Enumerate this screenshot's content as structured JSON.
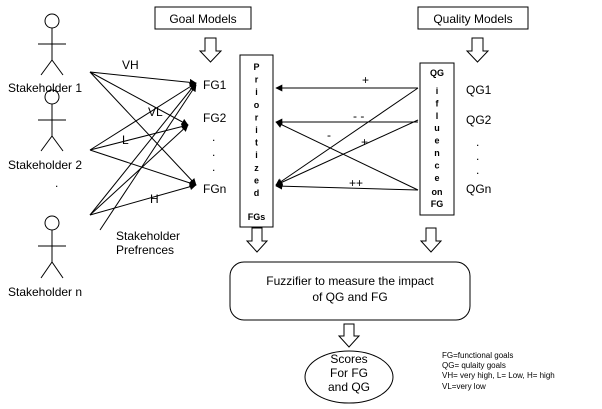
{
  "headers": {
    "goal_models": "Goal Models",
    "quality_models": "Quality  Models"
  },
  "stakeholders": [
    "Stakeholder 1",
    "Stakeholder 2",
    "Stakeholder n"
  ],
  "stakeholder_ellipsis": ".",
  "preference_labels": {
    "vh": "VH",
    "vl": "VL",
    "l": "L",
    "h": "H"
  },
  "stakeholder_preferences": [
    "Stakeholder",
    "Prefrences"
  ],
  "fg_labels": [
    "FG1",
    "FG2",
    "FGn"
  ],
  "qg_labels": [
    "QG1",
    "QG2",
    "QGn"
  ],
  "vertical_dots": ".",
  "prioritized_letters": [
    "P",
    "r",
    "i",
    "o",
    "r",
    "i",
    "t",
    "i",
    "z",
    "e",
    "d"
  ],
  "prioritized_footer": "FGs",
  "qg_influence_header": "QG",
  "qg_influence_letters": [
    "i",
    "f",
    "l",
    "u",
    "e",
    "n",
    "c",
    "e"
  ],
  "qg_influence_footer": [
    "on",
    "FG"
  ],
  "influence_signs": {
    "plus_top": "+",
    "minus_minus": "- -",
    "minus": "-",
    "plus_mid": "+",
    "plus_plus": "++"
  },
  "fuzzifier": [
    "Fuzzifier to measure the impact",
    "of QG and FG"
  ],
  "scores": [
    "Scores",
    "For FG",
    "and QG"
  ],
  "legend": [
    "FG=functional goals",
    "QG= qulaity goals",
    "VH= very high, L= Low, H= high",
    " VL=very low"
  ]
}
